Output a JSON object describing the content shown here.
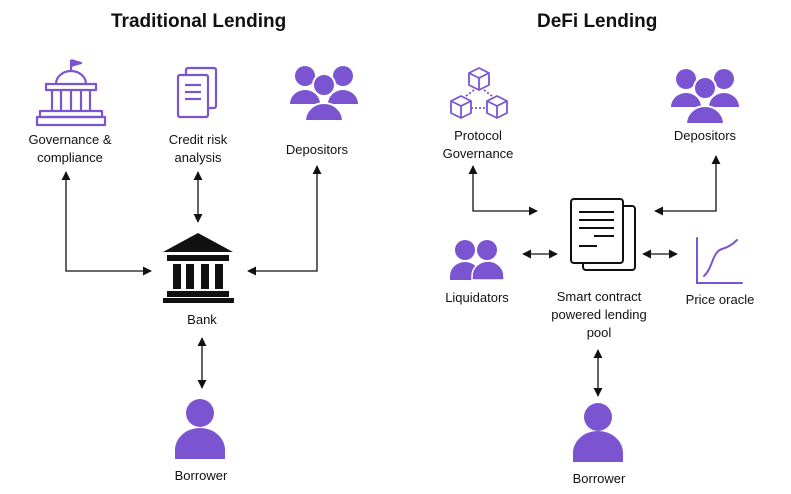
{
  "traditional": {
    "title": "Traditional Lending",
    "governance_label": [
      "Governance &",
      "compliance"
    ],
    "credit_label": [
      "Credit risk",
      "analysis"
    ],
    "depositors_label": "Depositors",
    "bank_label": "Bank",
    "borrower_label": "Borrower"
  },
  "defi": {
    "title": "DeFi Lending",
    "protocol_label": [
      "Protocol",
      "Governance"
    ],
    "depositors_label": "Depositors",
    "liquidators_label": "Liquidators",
    "contract_label": [
      "Smart contract",
      "powered lending",
      "pool"
    ],
    "oracle_label": "Price oracle",
    "borrower_label": "Borrower"
  },
  "colors": {
    "accent": "#7b55d1",
    "line": "#111111",
    "text": "#111111"
  }
}
